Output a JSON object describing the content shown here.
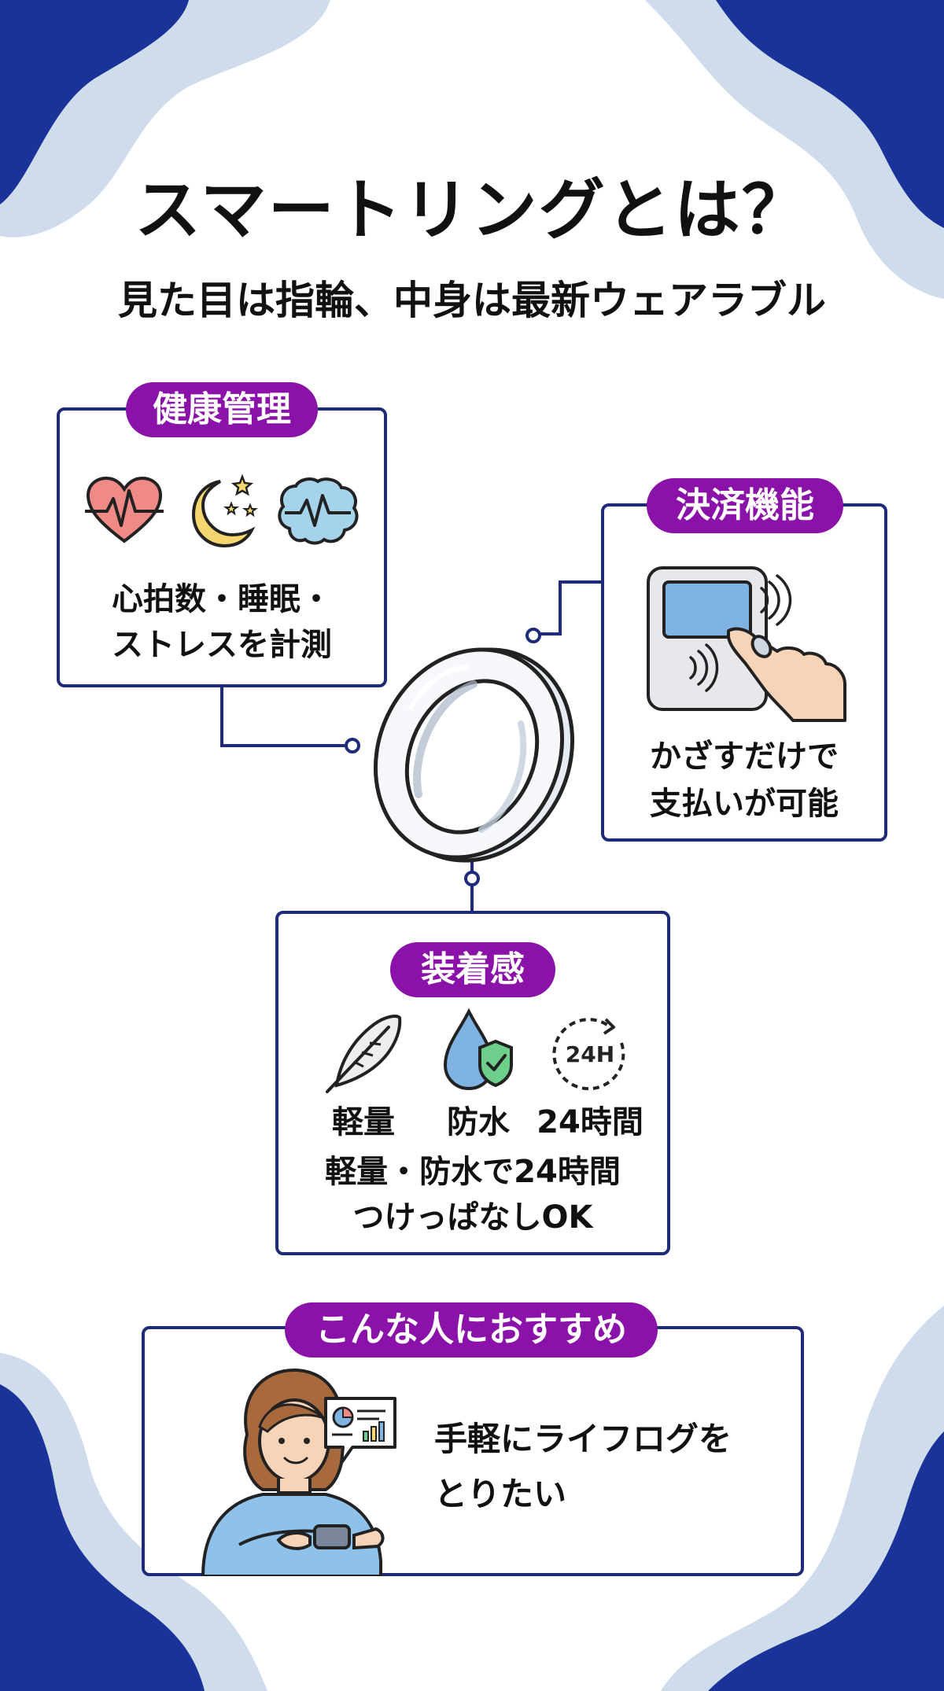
{
  "title": "スマートリングとは？",
  "subtitle": "見た目は指輪、中身は最新ウェアラブル",
  "health": {
    "label": "健康管理",
    "text_line1": "心拍数・睡眠・",
    "text_line2": "ストレスを計測",
    "icons": [
      "heart-rate-icon",
      "moon-stars-icon",
      "brain-wave-icon"
    ]
  },
  "payment": {
    "label": "決済機能",
    "text_line1": "かざすだけで",
    "text_line2": "支払いが可能",
    "icons": [
      "contactless-terminal-icon"
    ]
  },
  "wear": {
    "label": "装着感",
    "items": [
      {
        "icon": "feather-icon",
        "label": "軽量"
      },
      {
        "icon": "water-shield-icon",
        "label": "防水"
      },
      {
        "icon": "clock-24h-icon",
        "label": "24時間",
        "icon_text": "24H"
      }
    ],
    "text_line1": "軽量・防水で24時間",
    "text_line2": "つけっぱなしOK"
  },
  "recommend": {
    "label": "こんな人におすすめ",
    "text_line1": "手軽にライフログを",
    "text_line2": "とりたい",
    "icons": [
      "person-checking-watch-icon",
      "chart-bubble-icon"
    ]
  },
  "colors": {
    "navy": "#1a3399",
    "light_blue": "#cfdcec",
    "purple": "#8a12a8",
    "border": "#1f2b78"
  }
}
